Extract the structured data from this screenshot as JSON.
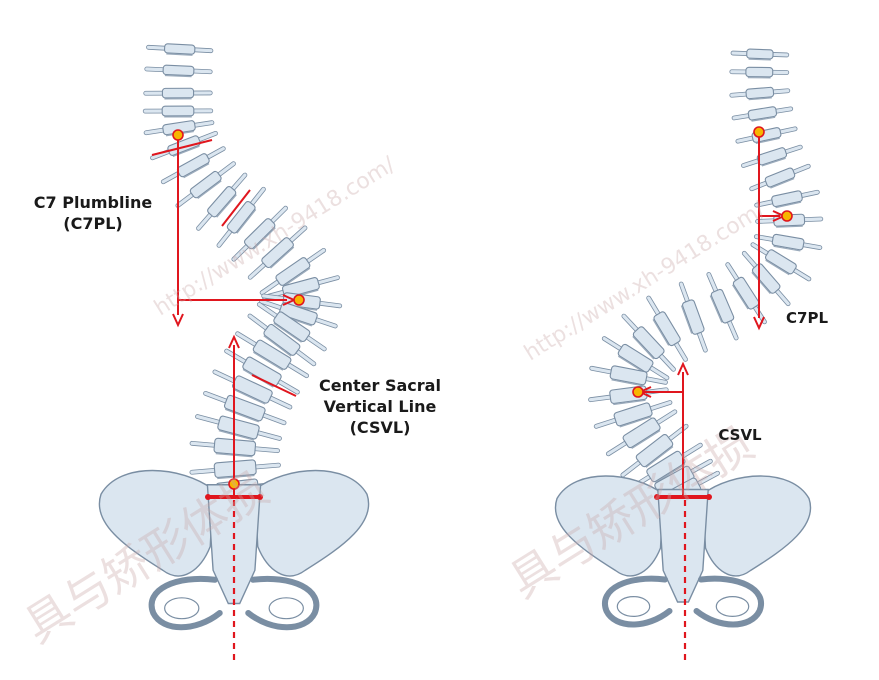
{
  "colors": {
    "bone_fill": "#dbe6f0",
    "bone_stroke": "#7a8ea3",
    "measure_red": "#e0161e",
    "marker_fill": "#f7b500",
    "text": "#1a1a1a"
  },
  "left_panel": {
    "c7pl_label_line1": "C7 Plumbline",
    "c7pl_label_line2": "(C7PL)",
    "csvl_label_line1": "Center Sacral",
    "csvl_label_line2": "Vertical Line",
    "csvl_label_line3": "(CSVL)"
  },
  "right_panel": {
    "c7pl_label": "C7PL",
    "csvl_label": "CSVL"
  },
  "watermark": {
    "url_text": "http://www.xh-9418.com/",
    "cjk_text": "具与矫形体损"
  }
}
